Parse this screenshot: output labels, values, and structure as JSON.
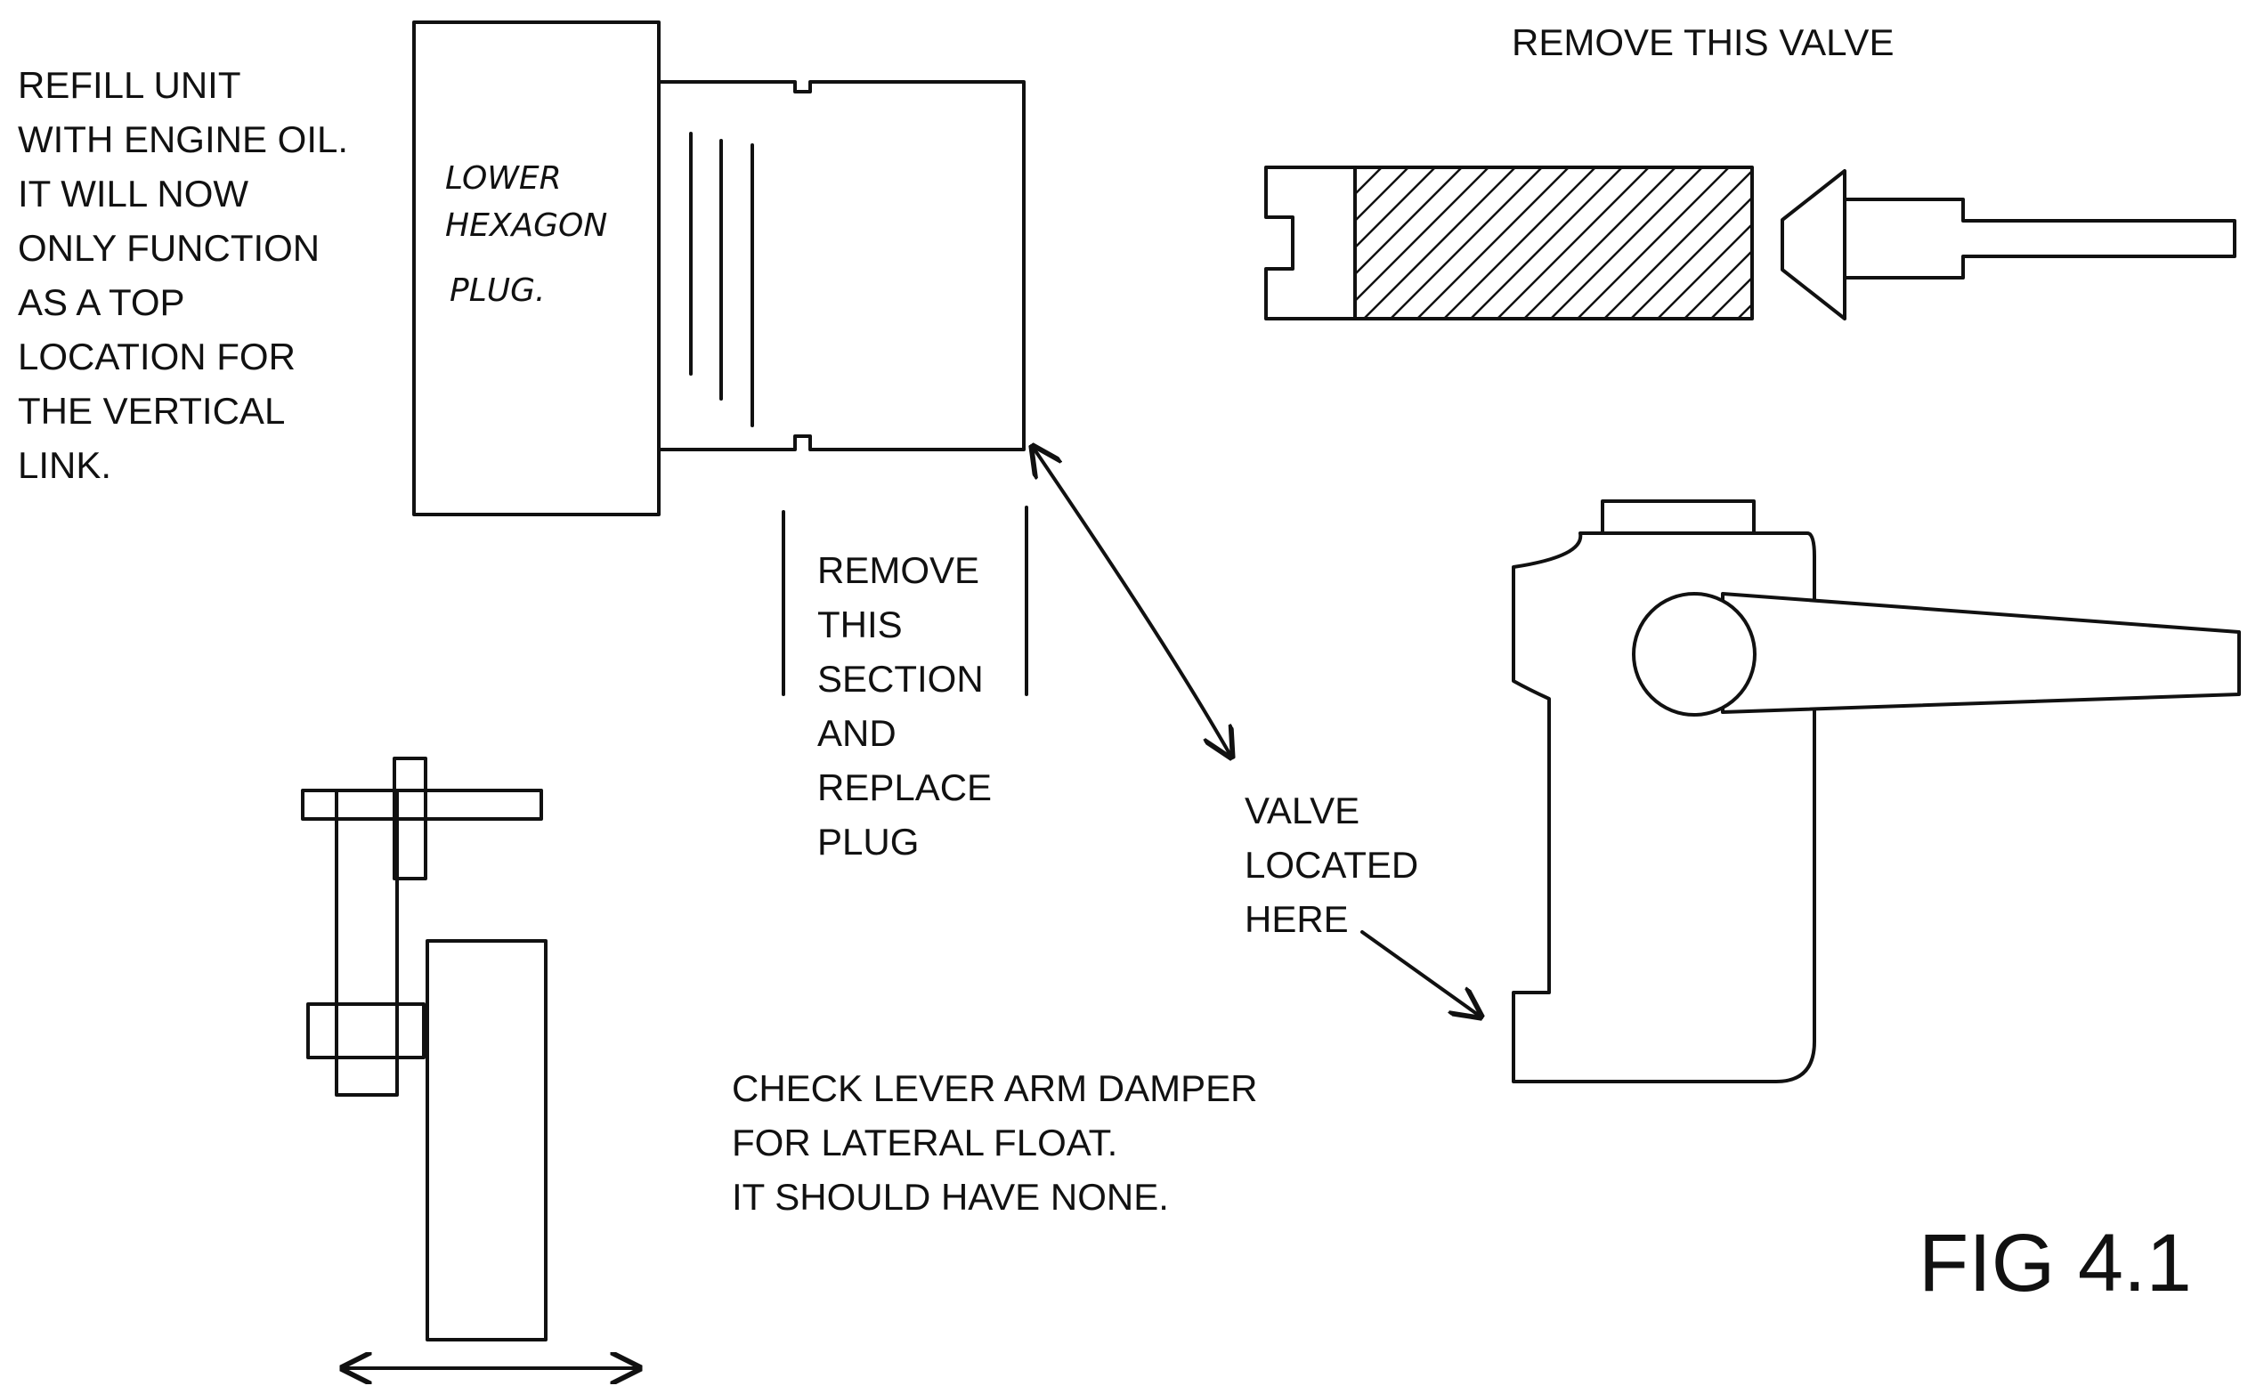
{
  "labels": {
    "refill": [
      "REFILL UNIT",
      "WITH ENGINE OIL.",
      "IT WILL NOW",
      "ONLY FUNCTION",
      "AS A TOP",
      "LOCATION FOR",
      "THE VERTICAL",
      "LINK."
    ],
    "plug_handwritten": [
      "LOWER",
      "HEXAGON",
      "PLUG."
    ],
    "remove_section": [
      "REMOVE",
      "THIS",
      "SECTION",
      "AND",
      "REPLACE",
      "PLUG"
    ],
    "remove_valve": "REMOVE THIS VALVE",
    "valve_located": [
      "VALVE",
      "LOCATED",
      "HERE"
    ],
    "check_lever": [
      "CHECK LEVER ARM DAMPER",
      "FOR LATERAL FLOAT.",
      "IT SHOULD HAVE NONE."
    ],
    "figure": "FIG 4.1"
  }
}
